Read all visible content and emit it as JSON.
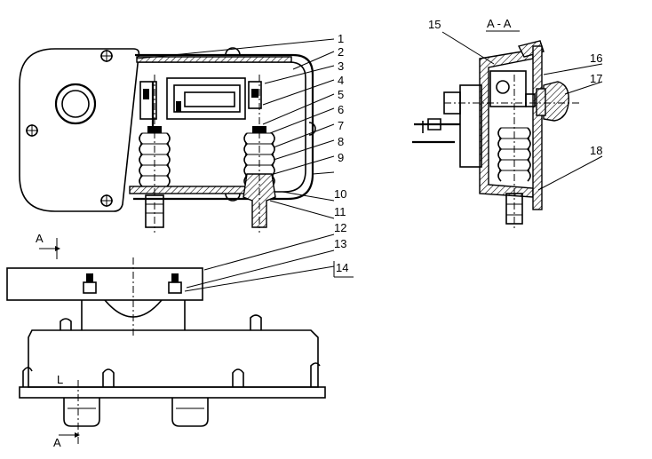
{
  "section_title": "A - A",
  "section_arrow_top": "A",
  "section_arrow_bottom": "A",
  "dimension_letter": "L",
  "callouts": [
    "1",
    "2",
    "3",
    "4",
    "5",
    "6",
    "7",
    "8",
    "9",
    "10",
    "11",
    "12",
    "13",
    "14",
    "15",
    "16",
    "17",
    "18"
  ],
  "colors": {
    "ink": "#000000",
    "paper": "#ffffff"
  }
}
